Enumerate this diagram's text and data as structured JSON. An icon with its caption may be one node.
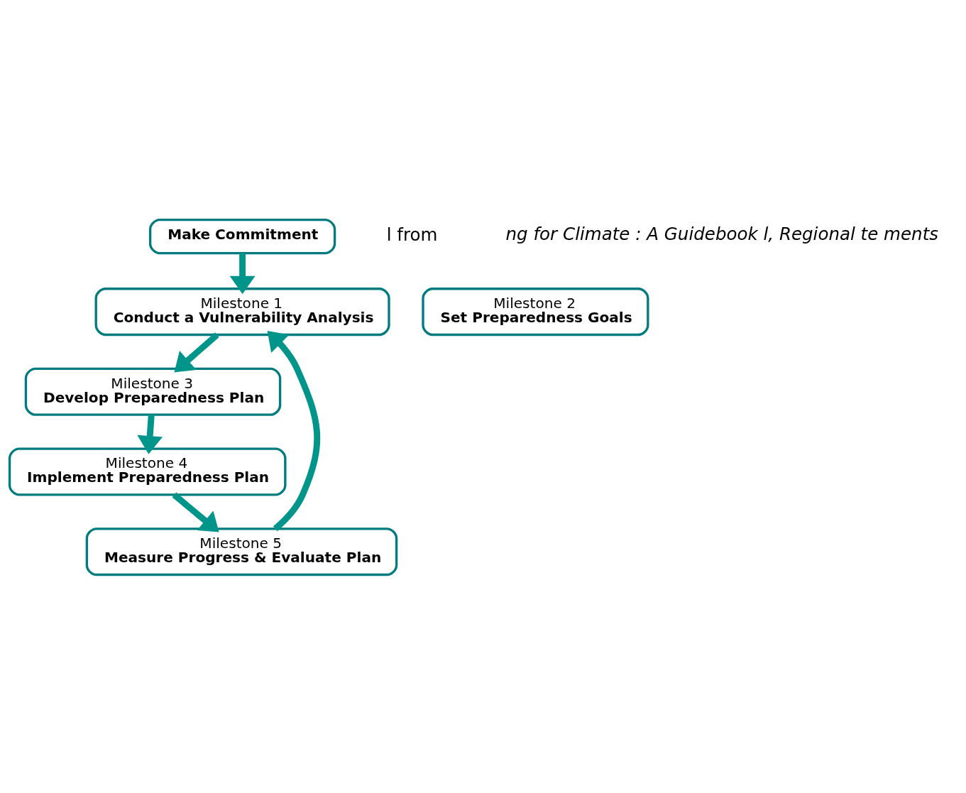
{
  "diagram": {
    "nodes": [
      {
        "text": [
          "Make Commitment"
        ]
      },
      {
        "text": [
          "Milestone 1",
          "Conduct a Vulnerability Analysis"
        ]
      },
      {
        "text": [
          "Milestone 2",
          "Set Preparedness Goals"
        ]
      },
      {
        "text": [
          "Milestone 3",
          "Develop Preparedness Plan"
        ]
      },
      {
        "text": [
          "Milestone 4",
          "Implement Preparedness Plan"
        ]
      },
      {
        "text": [
          "Milestone 5",
          "Measure Progress & Evaluate Plan"
        ]
      }
    ],
    "edges": [
      {
        "from": 0,
        "to": 1,
        "arrow": "to"
      },
      {
        "from": 1,
        "to": 3,
        "arrow": "to"
      },
      {
        "from": 3,
        "to": 4,
        "arrow": "to"
      },
      {
        "from": 4,
        "to": 5,
        "arrow": "to"
      },
      {
        "from": 5,
        "to": 1,
        "arrow": "to"
      }
    ],
    "labels": [
      "l from",
      "ng for Climate : A Guidebook l, Regional te ments"
    ]
  }
}
